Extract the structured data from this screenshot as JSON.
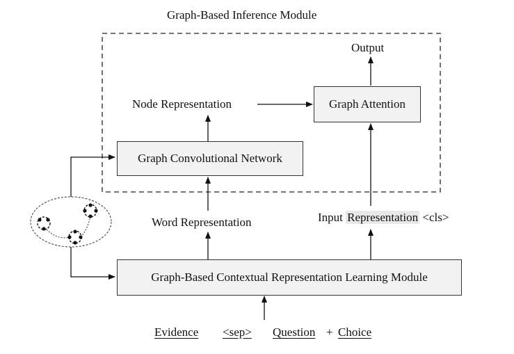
{
  "module_title": "Graph-Based Inference Module",
  "output_label": "Output",
  "node_representation": "Node Representation",
  "graph_attention": "Graph Attention",
  "gcn": "Graph Convolutional Network",
  "word_representation": "Word Representation",
  "input_representation": {
    "prefix": "Input",
    "highlight": "Representation",
    "suffix": "<cls>"
  },
  "contextual_module": "Graph-Based Contextual Representation Learning Module",
  "inputs": {
    "evidence": "Evidence",
    "sep": "<sep>",
    "question": "Question",
    "plus": "+",
    "choice": "Choice"
  }
}
